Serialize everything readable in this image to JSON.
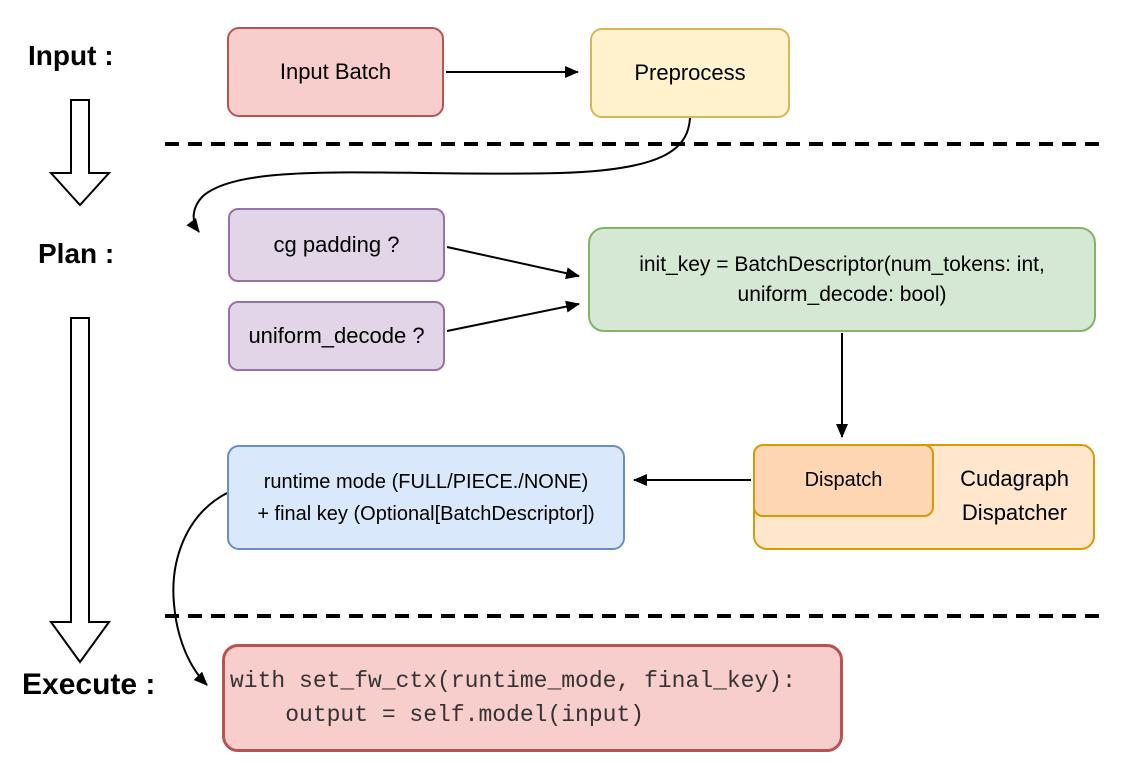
{
  "phases": {
    "input_label": "Input :",
    "plan_label": "Plan :",
    "execute_label": "Execute :"
  },
  "nodes": {
    "input_batch": {
      "label": "Input Batch",
      "fill": "#f8cecc",
      "border": "#b85450"
    },
    "preprocess": {
      "label": "Preprocess",
      "fill": "#fff2cc",
      "border": "#d6b656"
    },
    "cg_padding": {
      "label": "cg padding ?",
      "fill": "#e1d5e7",
      "border": "#9673a6"
    },
    "uniform_decode": {
      "label": "uniform_decode ?",
      "fill": "#e1d5e7",
      "border": "#9673a6"
    },
    "init_key": {
      "lines": [
        "init_key = BatchDescriptor(num_tokens: int,",
        "uniform_decode: bool)"
      ],
      "fill": "#d5e8d4",
      "border": "#82b366"
    },
    "dispatch": {
      "label": "Dispatch",
      "fill": "#ffd6b3",
      "border": "#d79b00"
    },
    "cudagraph_dispatcher": {
      "lines": [
        "Cudagraph",
        "Dispatcher"
      ],
      "fill": "#ffe6cc",
      "border": "#d79b00"
    },
    "runtime_mode": {
      "lines": [
        "runtime mode (FULL/PIECE./NONE)",
        "+ final key (Optional[BatchDescriptor])"
      ],
      "fill": "#dae8fc",
      "border": "#6c8ebf"
    },
    "execute_code": {
      "lines": [
        "with set_fw_ctx(runtime_mode, final_key):",
        "    output = self.model(input)"
      ],
      "fill": "#f8cecc",
      "border": "#b85450",
      "text_color": "#333333"
    }
  },
  "colors": {
    "line": "#000000",
    "background": "#ffffff",
    "stage_arrow_fill": "#ffffff"
  }
}
